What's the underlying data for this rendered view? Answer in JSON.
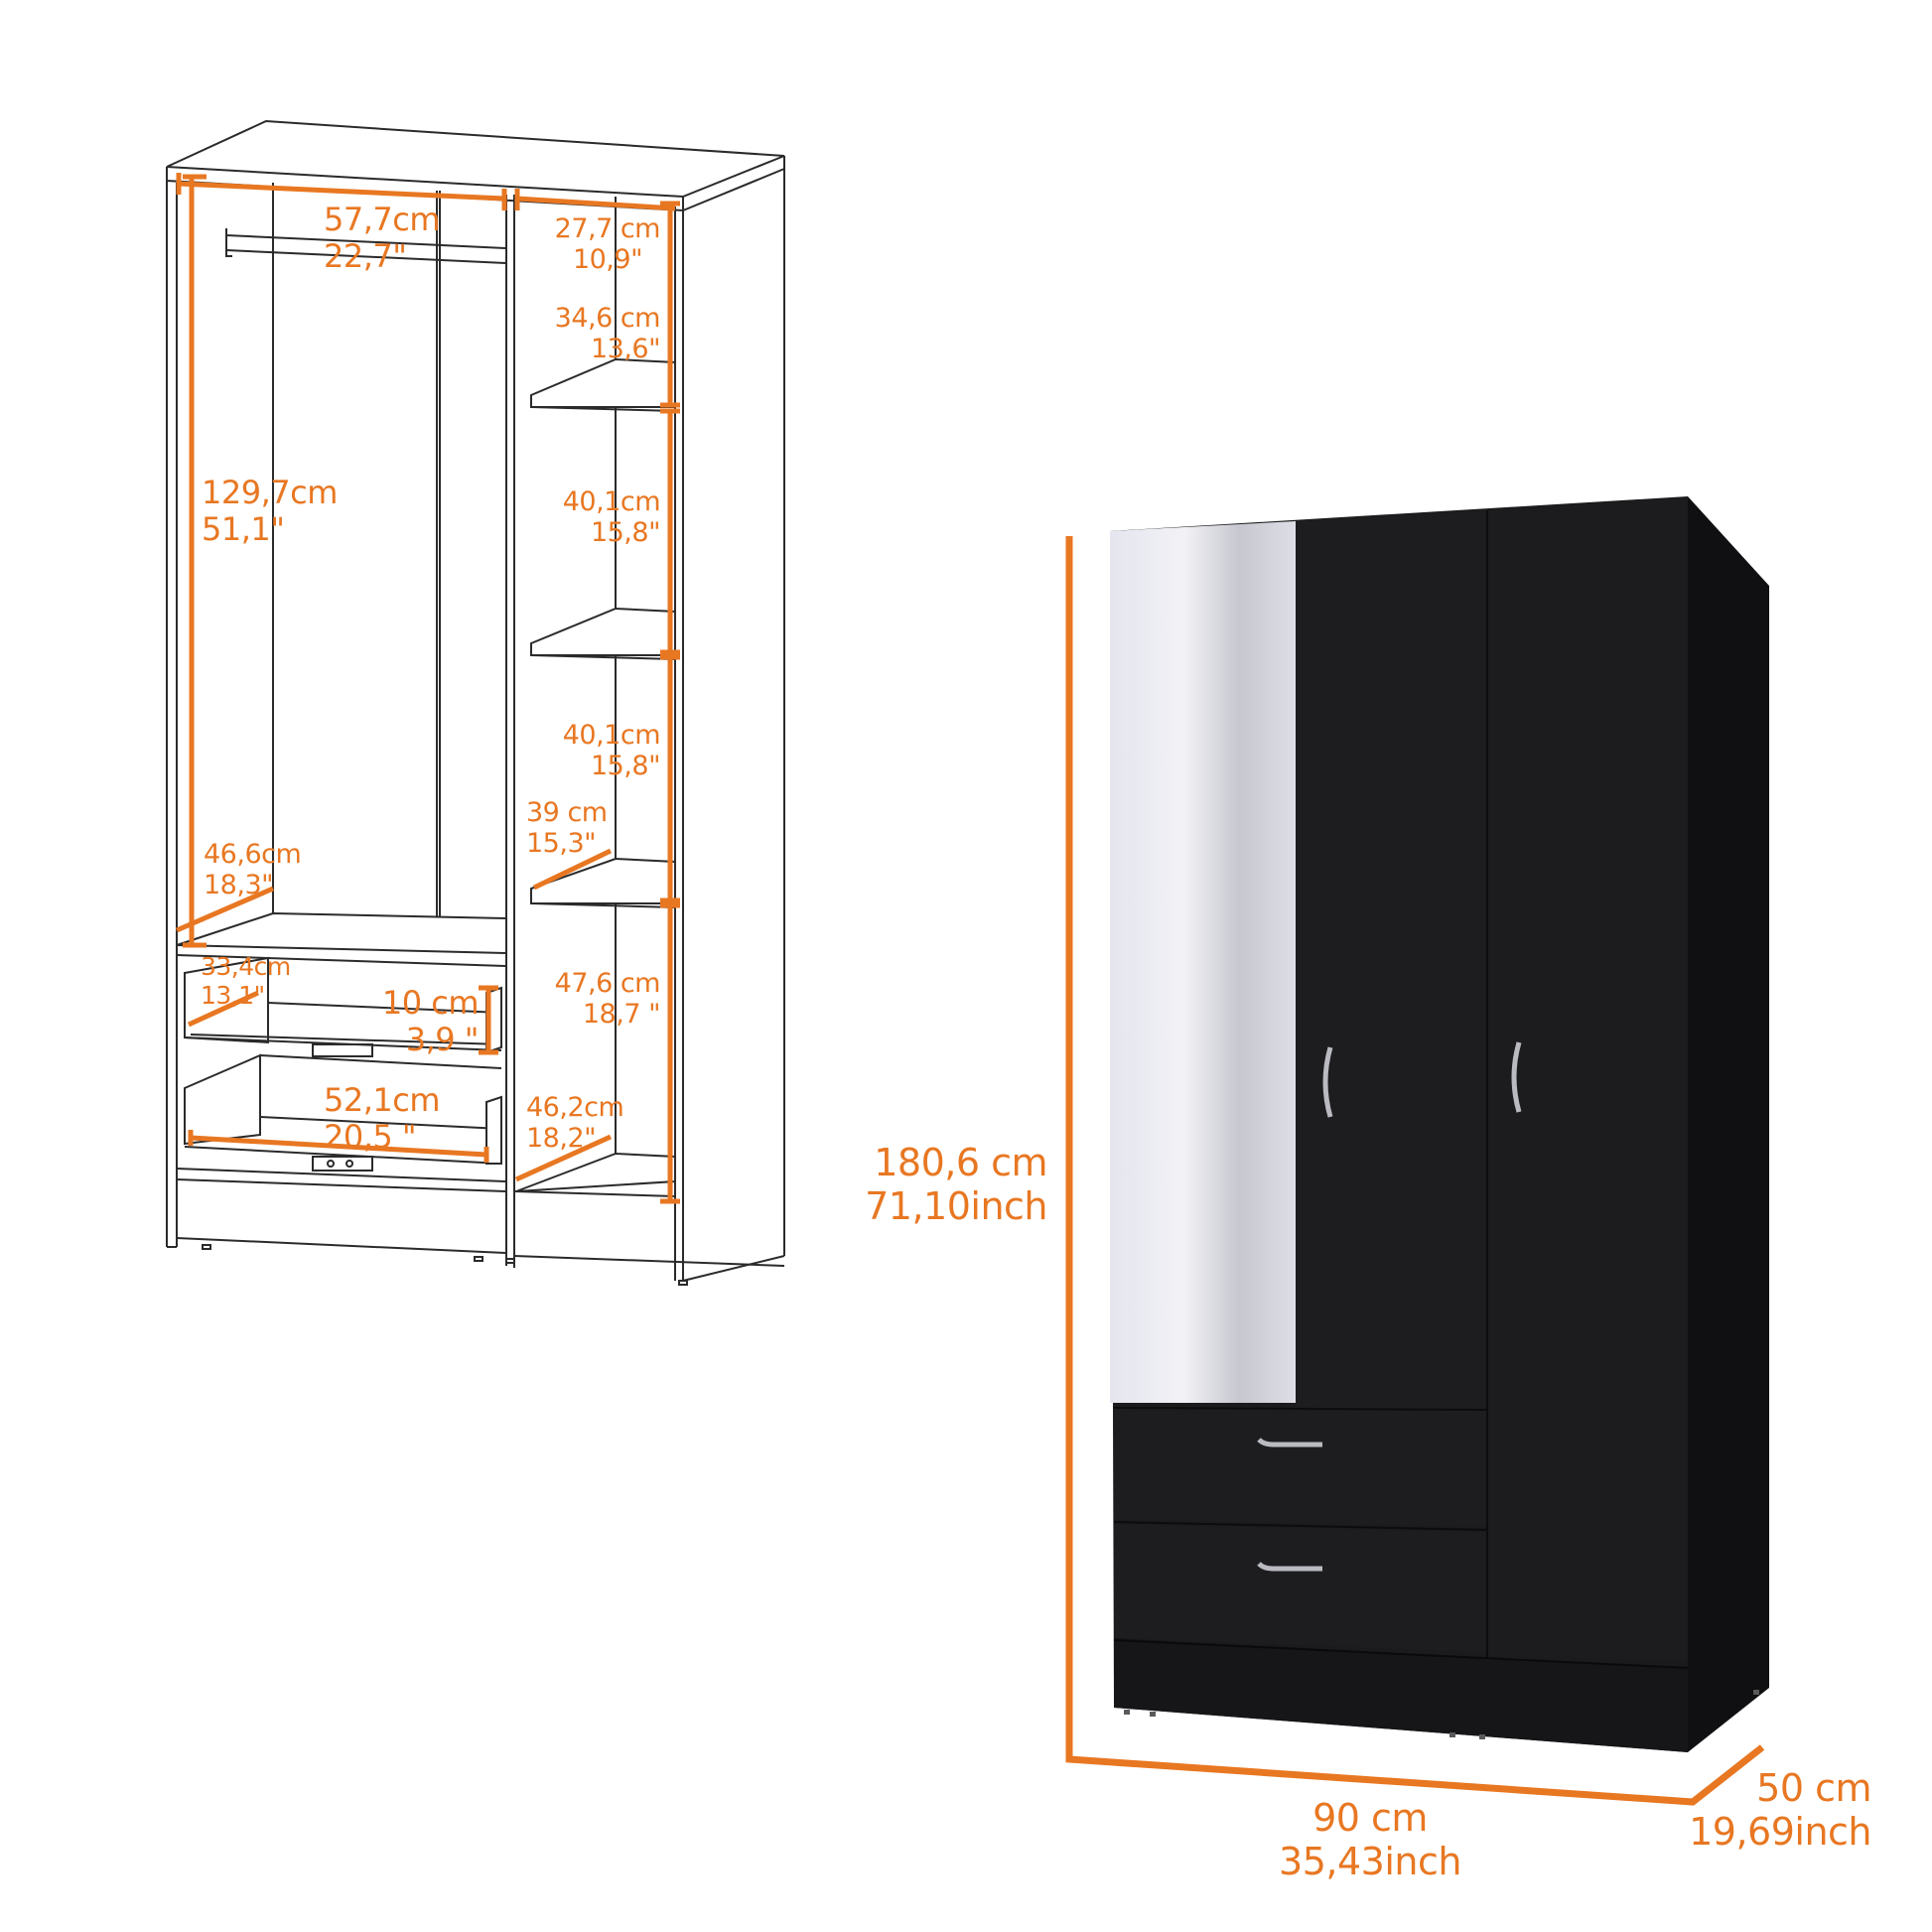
{
  "figure": {
    "type": "product-dimension-diagram",
    "accent_color": "#e87722",
    "product_color": "#1a1a1c",
    "mirror_color": "#dcdde6"
  },
  "interior": {
    "hanging_width": {
      "cm": "57,7cm",
      "in": "22,7\""
    },
    "shelf_width": {
      "cm": "27,7 cm",
      "in": "10,9\""
    },
    "top_compartment": {
      "cm": "34,6 cm",
      "in": "13,6\""
    },
    "compartment_2": {
      "cm": "40,1cm",
      "in": "15,8\""
    },
    "compartment_3": {
      "cm": "40,1cm",
      "in": "15,8\""
    },
    "shelf_depth": {
      "cm": "39 cm",
      "in": "15,3\""
    },
    "bottom_compartment": {
      "cm": "47,6 cm",
      "in": "18,7 \""
    },
    "bottom_depth": {
      "cm": "46,2cm",
      "in": "18,2\""
    },
    "hanging_height": {
      "cm": "129,7cm",
      "in": "51,1\""
    },
    "hanging_depth": {
      "cm": "46,6cm",
      "in": "18,3\""
    },
    "drawer_depth": {
      "cm": "33,4cm",
      "in": "13,1\""
    },
    "drawer_height": {
      "cm": "10 cm",
      "in": "3,9 \""
    },
    "drawer_width": {
      "cm": "52,1cm",
      "in": "20,5 \""
    }
  },
  "exterior": {
    "height": {
      "cm": "180,6 cm",
      "in": "71,10inch"
    },
    "width": {
      "cm": "90 cm",
      "in": "35,43inch"
    },
    "depth": {
      "cm": "50 cm",
      "in": "19,69inch"
    }
  }
}
